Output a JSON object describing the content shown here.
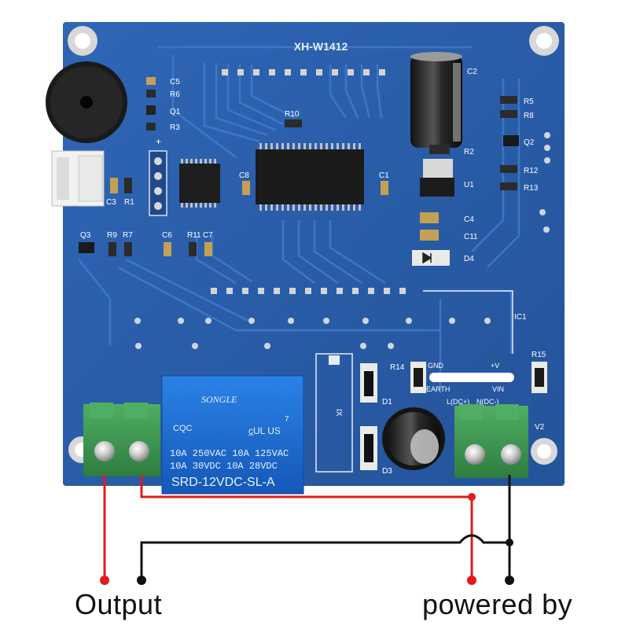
{
  "board": {
    "model": "XH-W1412",
    "colors": {
      "pcb": "#2a5fae",
      "pcb_dark": "#1f4d94",
      "trace": "#3d76c8",
      "terminal": "#3f9a55",
      "relay": "#1d6fd6",
      "wire_red": "#e11b1b",
      "wire_black": "#111111"
    },
    "components": {
      "buzzer": "buzzer",
      "connector": "3-pin-connector",
      "chip_u_small": "ic-tssop",
      "chip_main": "ic-main",
      "capacitor": "electrolytic-capacitor",
      "regulator": "U1"
    },
    "silkscreen": {
      "c5": "C5",
      "r6": "R6",
      "q1": "Q1",
      "r3": "R3",
      "r10": "R10",
      "c8": "C8",
      "c1": "C1",
      "c2": "C2",
      "r2": "R2",
      "u1": "U1",
      "c4": "C4",
      "c11": "C11",
      "d4": "D4",
      "r5": "R5",
      "r8": "R8",
      "q2": "Q2",
      "r12": "R12",
      "r13": "R13",
      "c3": "C3",
      "r1": "R1",
      "q3": "Q3",
      "r9": "R9",
      "r7": "R7",
      "c6": "C6",
      "r11": "R11",
      "c7": "C7",
      "ic1": "IC1",
      "r14": "R14",
      "r15": "R15",
      "gnd": "GND",
      "plus_v": "+V",
      "earth": "EARTH",
      "vin": "VIN",
      "l_dc": "L(DC+)",
      "n_dc": "N(DC-)",
      "d1": "D1",
      "d3": "D3",
      "v2": "V2",
      "plus": "+",
      "ix": "IX"
    },
    "relay": {
      "brand": "SONGLE",
      "cqc": "CQC",
      "ul_mark": "c̲UL US",
      "line1": "10A 250VAC   10A 125VAC",
      "line2": "10A  30VDC   10A  28VDC",
      "model": "SRD-12VDC-SL-A",
      "tag": "7"
    }
  },
  "labels": {
    "output": "Output",
    "powered_by": "powered by"
  }
}
